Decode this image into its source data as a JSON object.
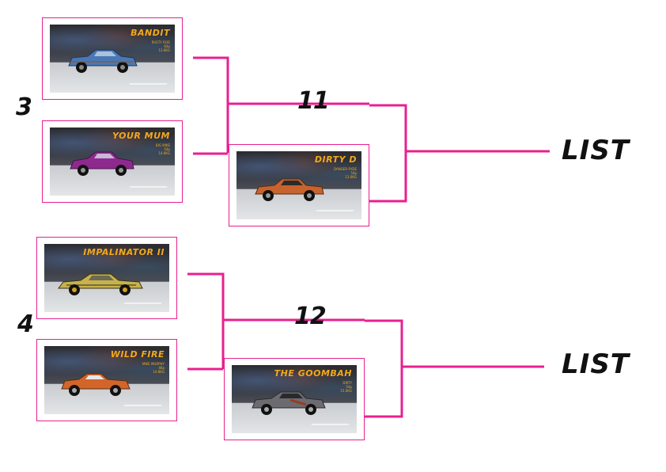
{
  "colors": {
    "bracket": "#e8208f",
    "title": "#f2a91c",
    "text": "#111111"
  },
  "seeds": {
    "top": "3",
    "bottom": "4"
  },
  "matches": {
    "top": "11",
    "bottom": "12"
  },
  "finals": {
    "top": "LIST",
    "bottom": "LIST"
  },
  "cards": {
    "bandit": {
      "title": "BANDIT",
      "sub1": "RUSTY ROD",
      "sub2": "64p",
      "sub3": "13.6KG"
    },
    "yourmum": {
      "title": "YOUR MUM",
      "sub1": "BIG MIKE",
      "sub2": "54p",
      "sub3": "14.6KG"
    },
    "dirtyd": {
      "title": "DIRTY D",
      "sub1": "DANGER RYDE",
      "sub2": "54p",
      "sub3": "13.6KG"
    },
    "impalinator": {
      "title": "IMPALINATOR II",
      "sub1": "",
      "sub2": "",
      "sub3": ""
    },
    "wildfire": {
      "title": "WILD FIRE",
      "sub1": "MIKE MURPHY",
      "sub2": "48p",
      "sub3": "14.8KG"
    },
    "goombah": {
      "title": "THE GOOMBAH",
      "sub1": "DIRTY",
      "sub2": "54p",
      "sub3": "15.6KG"
    }
  }
}
